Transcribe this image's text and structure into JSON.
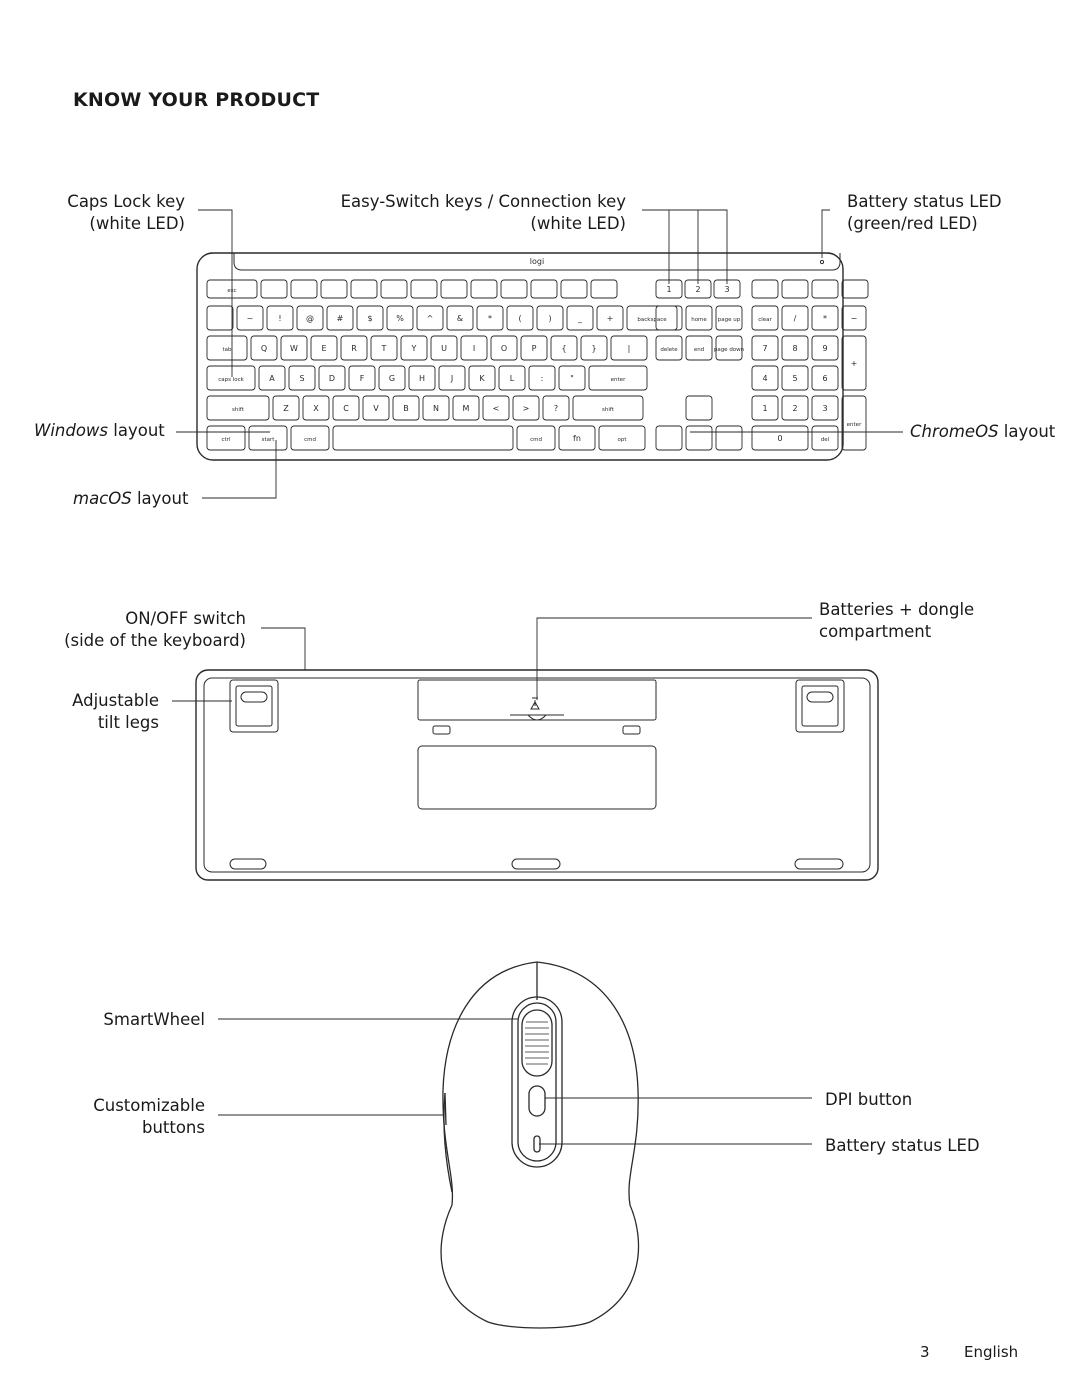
{
  "page_title": "KNOW YOUR PRODUCT",
  "keyboard_labels": {
    "caps_lock": [
      "Caps Lock key",
      "(white LED)"
    ],
    "easy_switch": [
      "Easy-Switch keys / Connection key",
      "(white LED)"
    ],
    "battery_led": [
      "Battery status LED",
      "(green/red LED)"
    ],
    "windows_italic": "Windows",
    "windows_rest": " layout",
    "chromeos_italic": "ChromeOS",
    "chromeos_rest": " layout",
    "macos_italic": "macOS",
    "macos_rest": " layout"
  },
  "bottom_labels": {
    "on_off": [
      "ON/OFF switch",
      "(side of the keyboard)"
    ],
    "batteries": [
      "Batteries + dongle",
      "compartment"
    ],
    "tilt_legs": [
      "Adjustable",
      "tilt legs"
    ]
  },
  "mouse_labels": {
    "smartwheel": "SmartWheel",
    "custom_buttons": [
      "Customizable",
      "buttons"
    ],
    "dpi": "DPI button",
    "battery_led": "Battery status LED"
  },
  "keyboard": {
    "brand": "logi",
    "rows": [
      [
        "",
        "~",
        "!",
        "@",
        "#",
        "$",
        "%",
        "^",
        "&",
        "*",
        "(",
        ")",
        "_",
        "+",
        "backspace"
      ],
      [
        "tab",
        "Q",
        "W",
        "E",
        "R",
        "T",
        "Y",
        "U",
        "I",
        "O",
        "P",
        "{",
        "}",
        "|"
      ],
      [
        "caps lock",
        "A",
        "S",
        "D",
        "F",
        "G",
        "H",
        "J",
        "K",
        "L",
        ":",
        "\"",
        "enter"
      ],
      [
        "shift",
        "Z",
        "X",
        "C",
        "V",
        "B",
        "N",
        "M",
        "<",
        ">",
        "?",
        "shift"
      ],
      [
        "ctrl",
        "start",
        "cmd",
        "",
        "cmd",
        "fn",
        "opt"
      ]
    ],
    "esc": "esc",
    "nav": [
      "home",
      "page up",
      "delete",
      "end",
      "page down"
    ],
    "numpad": [
      "clear",
      "/",
      "*",
      "−",
      "7",
      "8",
      "9",
      "+",
      "4",
      "5",
      "6",
      "1",
      "2",
      "3",
      "enter",
      "0",
      "del"
    ],
    "easy_switch_keys": [
      "1",
      "2",
      "3"
    ]
  },
  "footer": {
    "page_number": "3",
    "language": "English"
  }
}
